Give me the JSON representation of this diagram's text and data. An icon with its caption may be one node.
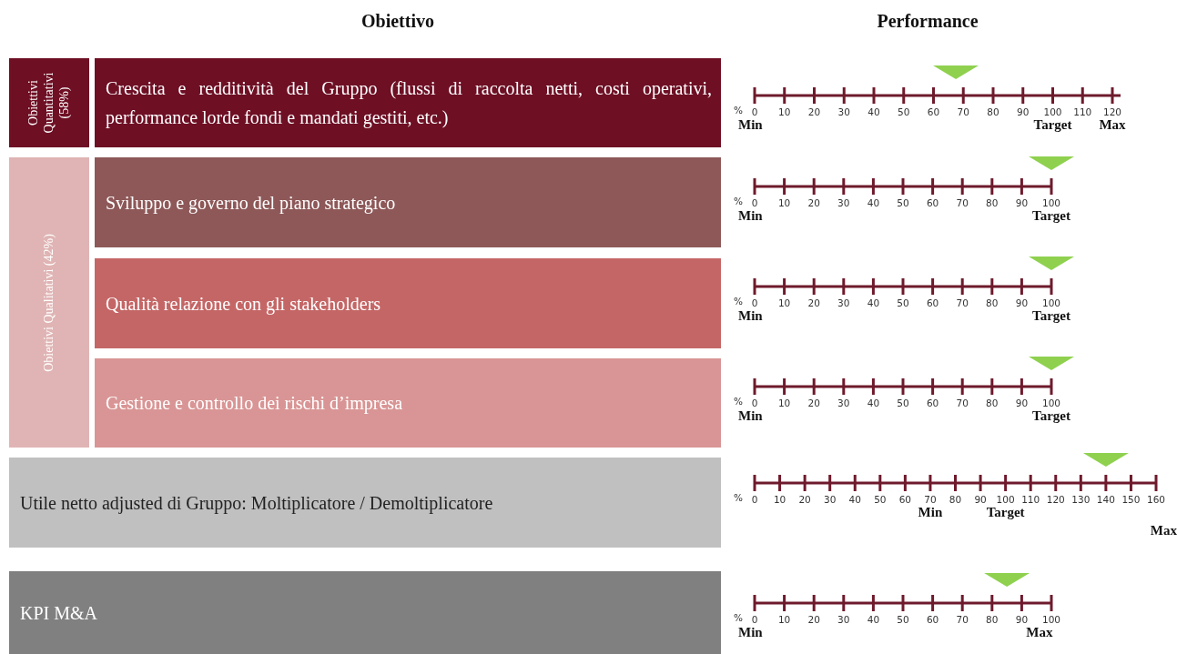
{
  "diagram": {
    "nodes": [
      {
        "text": [
          "Obiettivi Quantitativi (58%)"
        ]
      },
      {
        "text": [
          "Crescita e redditività del Gruppo (flussi di raccolta netti, costi operativi, performance lorde fondi e mandati gestiti, etc.)"
        ]
      },
      {
        "text": [
          "Obiettivi Qualitativi (42%)"
        ]
      },
      {
        "text": [
          "Sviluppo e governo del piano strategico"
        ]
      },
      {
        "text": [
          "Qualità relazione con gli stakeholders"
        ]
      },
      {
        "text": [
          "Gestione e controllo dei rischi d’impresa"
        ]
      },
      {
        "text": [
          "Utile netto adjusted di Gruppo: Moltiplicatore / Demoltiplicatore"
        ]
      },
      {
        "text": [
          "KPI M&A"
        ]
      }
    ],
    "labels": [
      "Obiettivo",
      "Performance",
      "%",
      "0",
      "10",
      "20",
      "30",
      "40",
      "50",
      "60",
      "70",
      "80",
      "90",
      "100",
      "110",
      "120",
      "Min",
      "Target",
      "Max",
      "%",
      "0",
      "10",
      "20",
      "30",
      "40",
      "50",
      "60",
      "70",
      "80",
      "90",
      "100",
      "Min",
      "Target",
      "%",
      "0",
      "10",
      "20",
      "30",
      "40",
      "50",
      "60",
      "70",
      "80",
      "90",
      "100",
      "Min",
      "Target",
      "%",
      "0",
      "10",
      "20",
      "30",
      "40",
      "50",
      "60",
      "70",
      "80",
      "90",
      "100",
      "Min",
      "Target",
      "%",
      "0",
      "10",
      "20",
      "30",
      "40",
      "50",
      "60",
      "70",
      "80",
      "90",
      "100",
      "110",
      "120",
      "130",
      "140",
      "150",
      "160",
      "Min",
      "Target",
      "Max",
      "%",
      "0",
      "10",
      "20",
      "30",
      "40",
      "50",
      "60",
      "70",
      "80",
      "90",
      "100",
      "Min",
      "Max"
    ]
  }
}
